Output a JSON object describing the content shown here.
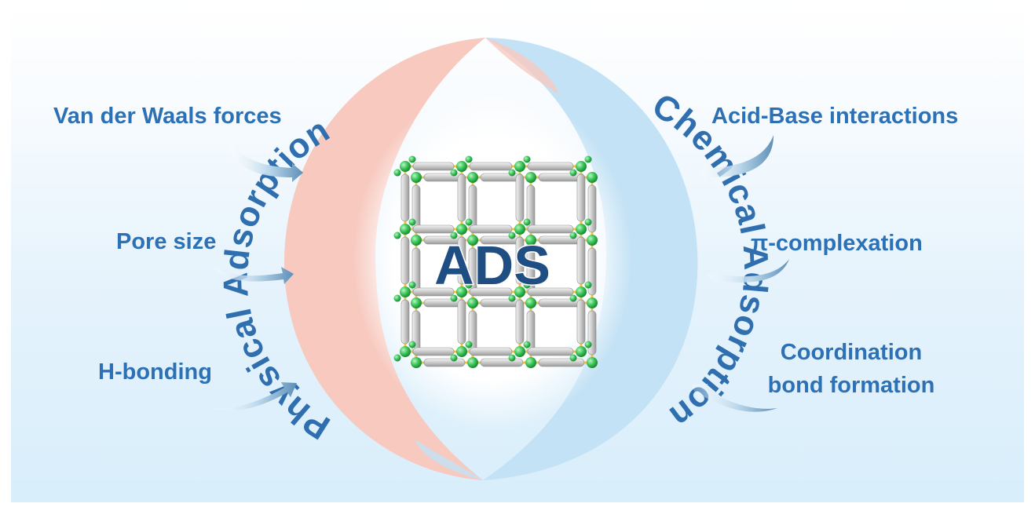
{
  "center": {
    "label": "ADS"
  },
  "rings": {
    "physical": "Physical Adsorption",
    "chemical": "Chemical Adsorption"
  },
  "factors": {
    "physical": [
      "Van der Waals forces",
      "Pore size",
      "H-bonding"
    ],
    "chemical": [
      "Acid-Base interactions",
      "π-complexation",
      "Coordination",
      "bond formation"
    ]
  },
  "colors": {
    "text_blue": "#2c71b6",
    "physical_ring": "#f6c8bf",
    "chemical_ring": "#c4e2f5",
    "center_label": "#1f4e82",
    "framework_node": "#3cc65a",
    "framework_linker": "#c8c8c8",
    "framework_bond": "#e9c33a"
  }
}
